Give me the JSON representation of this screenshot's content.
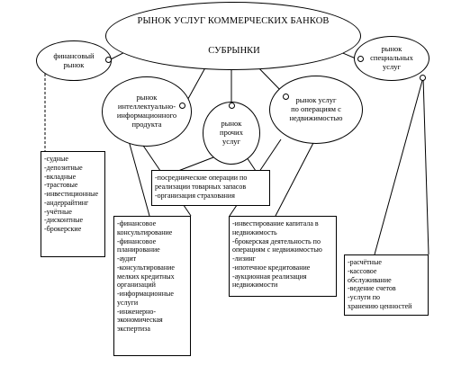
{
  "title": "РЫНОК УСЛУГ КОММЕРЧЕСКИХ БАНКОВ",
  "subtitle": "СУБРЫНКИ",
  "submarkets": {
    "financial": "финансовый\nрынок",
    "intellectual": "рынок\nинтеллектуально-\nинформационного\nпродукта",
    "other": "рынок\nпрочих\nуслуг",
    "realestate": "рынок услуг\nпо операциям с\nнедвижимостью",
    "special": "рынок\nспециальных\nуслуг"
  },
  "lists": {
    "financial": [
      "-судные",
      "-депозитные",
      "-вкладные",
      "-трастовые",
      "-инвестиционные",
      "-андеррайтинг",
      "-учётные",
      "-дисконтные",
      "-брокерские"
    ],
    "intellectual": [
      "-финансовое\nконсультирование",
      "-финансовое\nпланирование",
      "-аудит",
      "-консультирование\nмелких кредитных\nорганизаций",
      "-информационные\nуслуги",
      "-инженерно-\nэкономическая\nэкспертиза"
    ],
    "other": [
      "-посреднические операции по\nреализации товарных запасов",
      "-организация страхования"
    ],
    "realestate": [
      "-инвестирование капитала в\nнедвижимость",
      "-брокерская деятельность по\nоперациям с недвижимостью",
      "-лизинг",
      "-ипотечное кредитование",
      "-аукционная реализация\nнедвижимости"
    ],
    "special": [
      "-расчётные",
      "-кассовое\nобслуживание",
      "-ведение счетов",
      "-услуги по\nхранению ценностей"
    ]
  }
}
